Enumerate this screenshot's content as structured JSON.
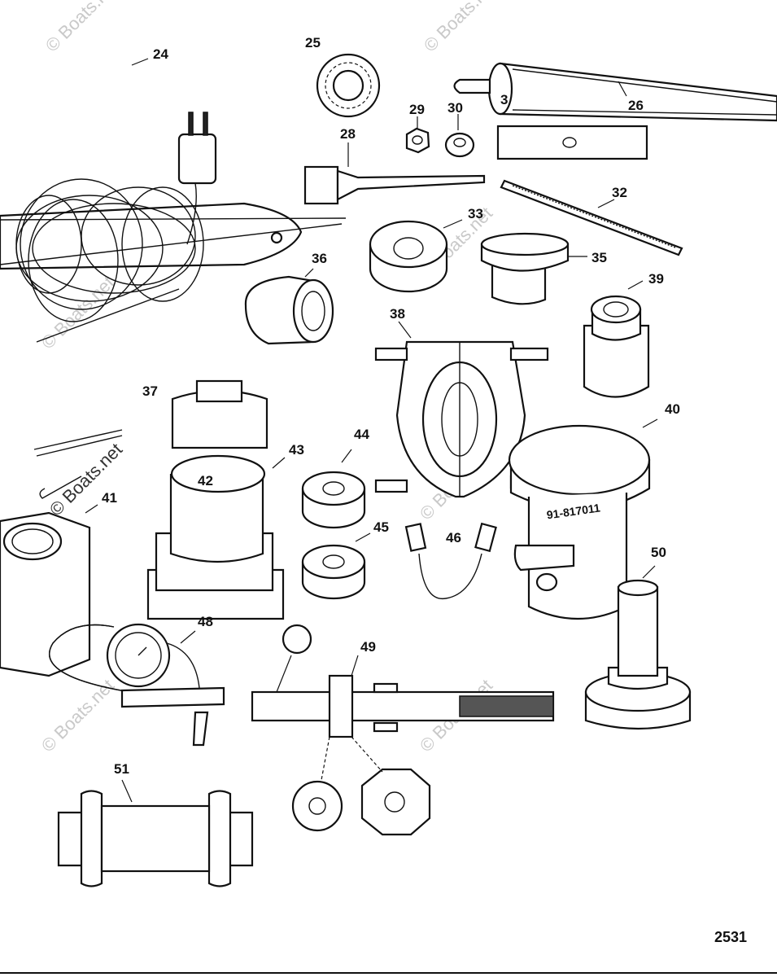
{
  "watermark": "© Boats.net",
  "figure_number": "2531",
  "callouts": [
    "24",
    "25",
    "26",
    "28",
    "29",
    "30",
    "3",
    "32",
    "33",
    "35",
    "36",
    "37",
    "38",
    "39",
    "40",
    "41",
    "42",
    "43",
    "44",
    "45",
    "46",
    "48",
    "49",
    "50",
    "51"
  ],
  "tool_marking": "91-817011"
}
